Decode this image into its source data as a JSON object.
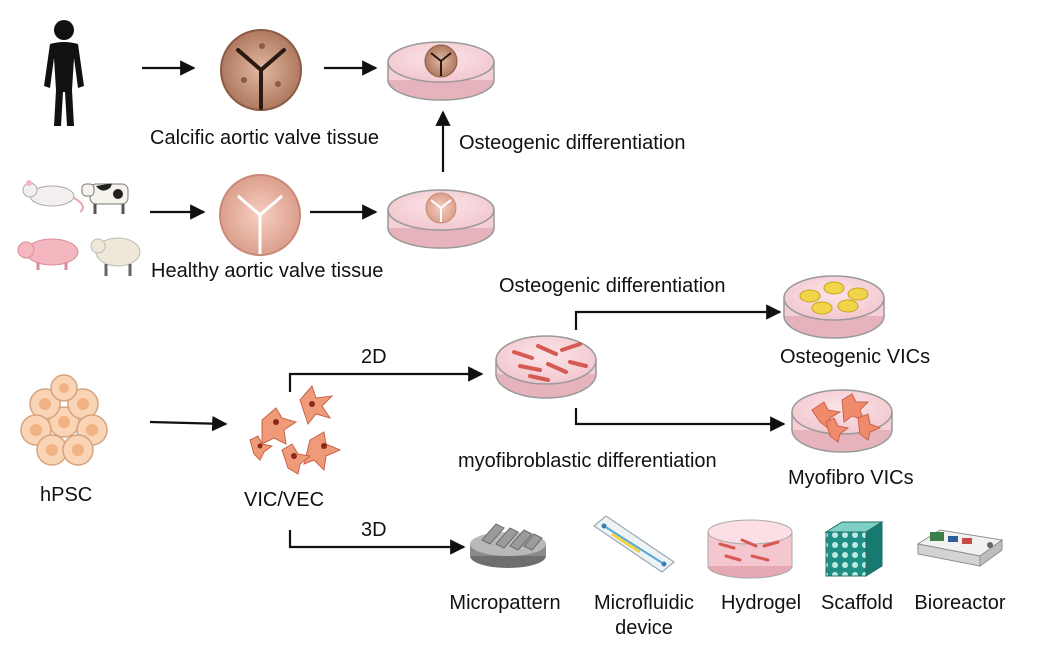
{
  "labels": {
    "calcific_tissue": "Calcific aortic valve tissue",
    "healthy_tissue": "Healthy aortic valve tissue",
    "osteogenic_top": "Osteogenic differentiation",
    "osteogenic_mid": "Osteogenic differentiation",
    "myofibroblastic": "myofibroblastic differentiation",
    "two_d": "2D",
    "three_d": "3D",
    "hpsc": "hPSC",
    "vic_vec": "VIC/VEC",
    "osteogenic_vics": "Osteogenic VICs",
    "myofibro_vics": "Myofibro VICs"
  },
  "platforms": [
    {
      "line1": "Micropattern",
      "line2": ""
    },
    {
      "line1": "Microfluidic",
      "line2": "device"
    },
    {
      "line1": "Hydrogel",
      "line2": ""
    },
    {
      "line1": "Scaffold",
      "line2": ""
    },
    {
      "line1": "Bioreactor",
      "line2": ""
    }
  ],
  "icons": [
    "human-silhouette-icon",
    "calcific-valve-icon",
    "petri-dish-calcific-icon",
    "rat-icon",
    "cow-icon",
    "pig-icon",
    "sheep-icon",
    "healthy-valve-icon",
    "petri-dish-healthy-icon",
    "hpsc-cluster-icon",
    "vic-cells-icon",
    "petri-dish-2d-icon",
    "petri-dish-osteogenic-icon",
    "petri-dish-myofibro-icon",
    "micropattern-icon",
    "microfluidic-icon",
    "hydrogel-icon",
    "scaffold-icon",
    "bioreactor-icon"
  ],
  "colors": {
    "arrow": "#111111",
    "dish_fill": "#f7d6dc",
    "cell": "#e8826a",
    "cell_nucleus": "#8b2a1a",
    "osteo_cell": "#f2d44a",
    "valve_healthy": "#f0b8a8",
    "valve_calcific": "#c9977e"
  }
}
